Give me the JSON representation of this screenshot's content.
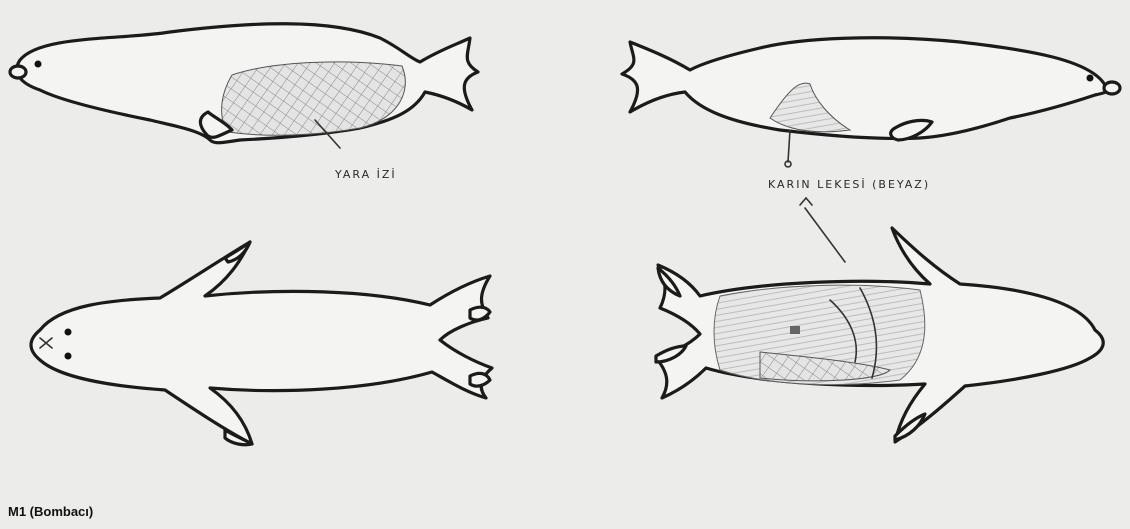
{
  "annotations": {
    "scar_label": "YARA İZİ",
    "belly_patch_label": "KARIN LEKESİ (BEYAZ)"
  },
  "caption": "M1 (Bombacı)",
  "icons": {
    "seal_left_side": "seal-left-lateral-icon",
    "seal_right_side": "seal-right-lateral-icon",
    "seal_dorsal": "seal-dorsal-icon",
    "seal_ventral": "seal-ventral-icon"
  }
}
